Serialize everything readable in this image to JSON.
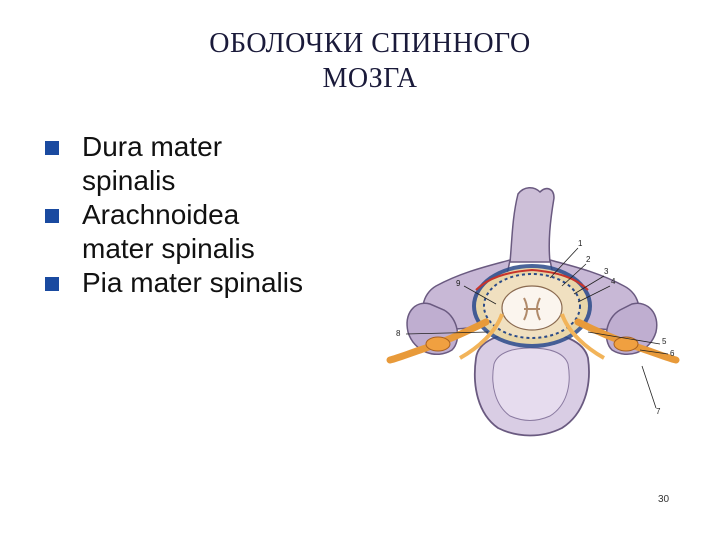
{
  "slide": {
    "title_line1": "ОБОЛОЧКИ СПИННОГО",
    "title_line2": "МОЗГА",
    "bullets": [
      {
        "line1": "Dura mater",
        "line2": "spinalis"
      },
      {
        "line1": "Arachnoidea",
        "line2": "mater spinalis"
      },
      {
        "line1": "Pia mater spinalis",
        "line2": ""
      }
    ],
    "page_number": "30"
  },
  "figure": {
    "labels": [
      "1",
      "2",
      "3",
      "4",
      "5",
      "6",
      "7",
      "8",
      "9"
    ]
  },
  "colors": {
    "bullet": "#1a4aa0",
    "title": "#1a1a3a",
    "bone": "#b9a9c8",
    "nerve": "#e89a3a"
  },
  "icons": {
    "bullet": "square-bullet-icon"
  }
}
